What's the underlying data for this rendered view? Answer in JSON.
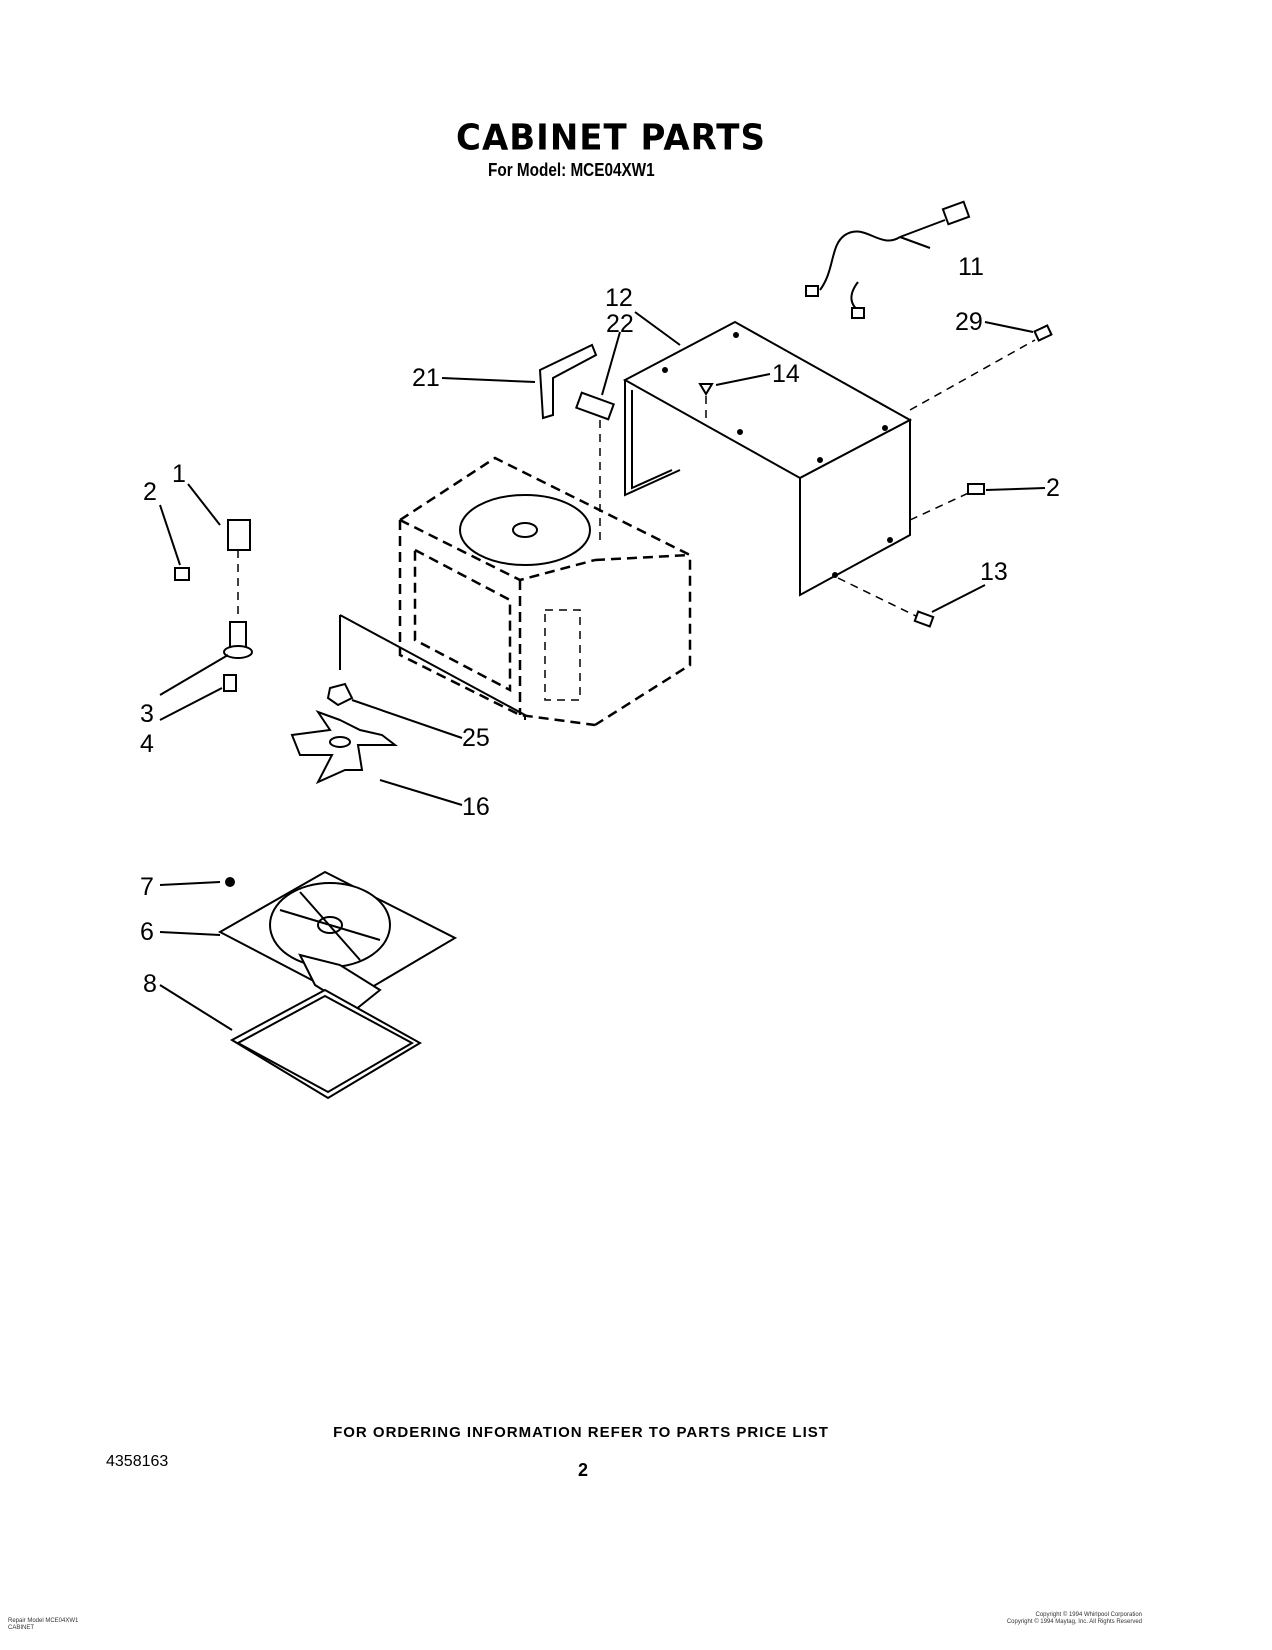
{
  "header": {
    "title": "CABINET PARTS",
    "subtitle": "For Model: MCE04XW1"
  },
  "callouts": [
    "1",
    "2",
    "2",
    "3",
    "4",
    "6",
    "7",
    "8",
    "11",
    "12",
    "13",
    "14",
    "16",
    "21",
    "22",
    "25",
    "29"
  ],
  "footer": {
    "ordering_note": "FOR ORDERING INFORMATION REFER TO PARTS PRICE LIST",
    "doc_number": "4358163",
    "page_number": "2",
    "small_left_line1": "Repair Model MCE04XW1",
    "small_left_line2": "CABINET",
    "small_right_line1": "Copyright © 1994 Whirlpool Corporation",
    "small_right_line2": "Copyright © 1994 Maytag, Inc. All Rights Reserved"
  }
}
